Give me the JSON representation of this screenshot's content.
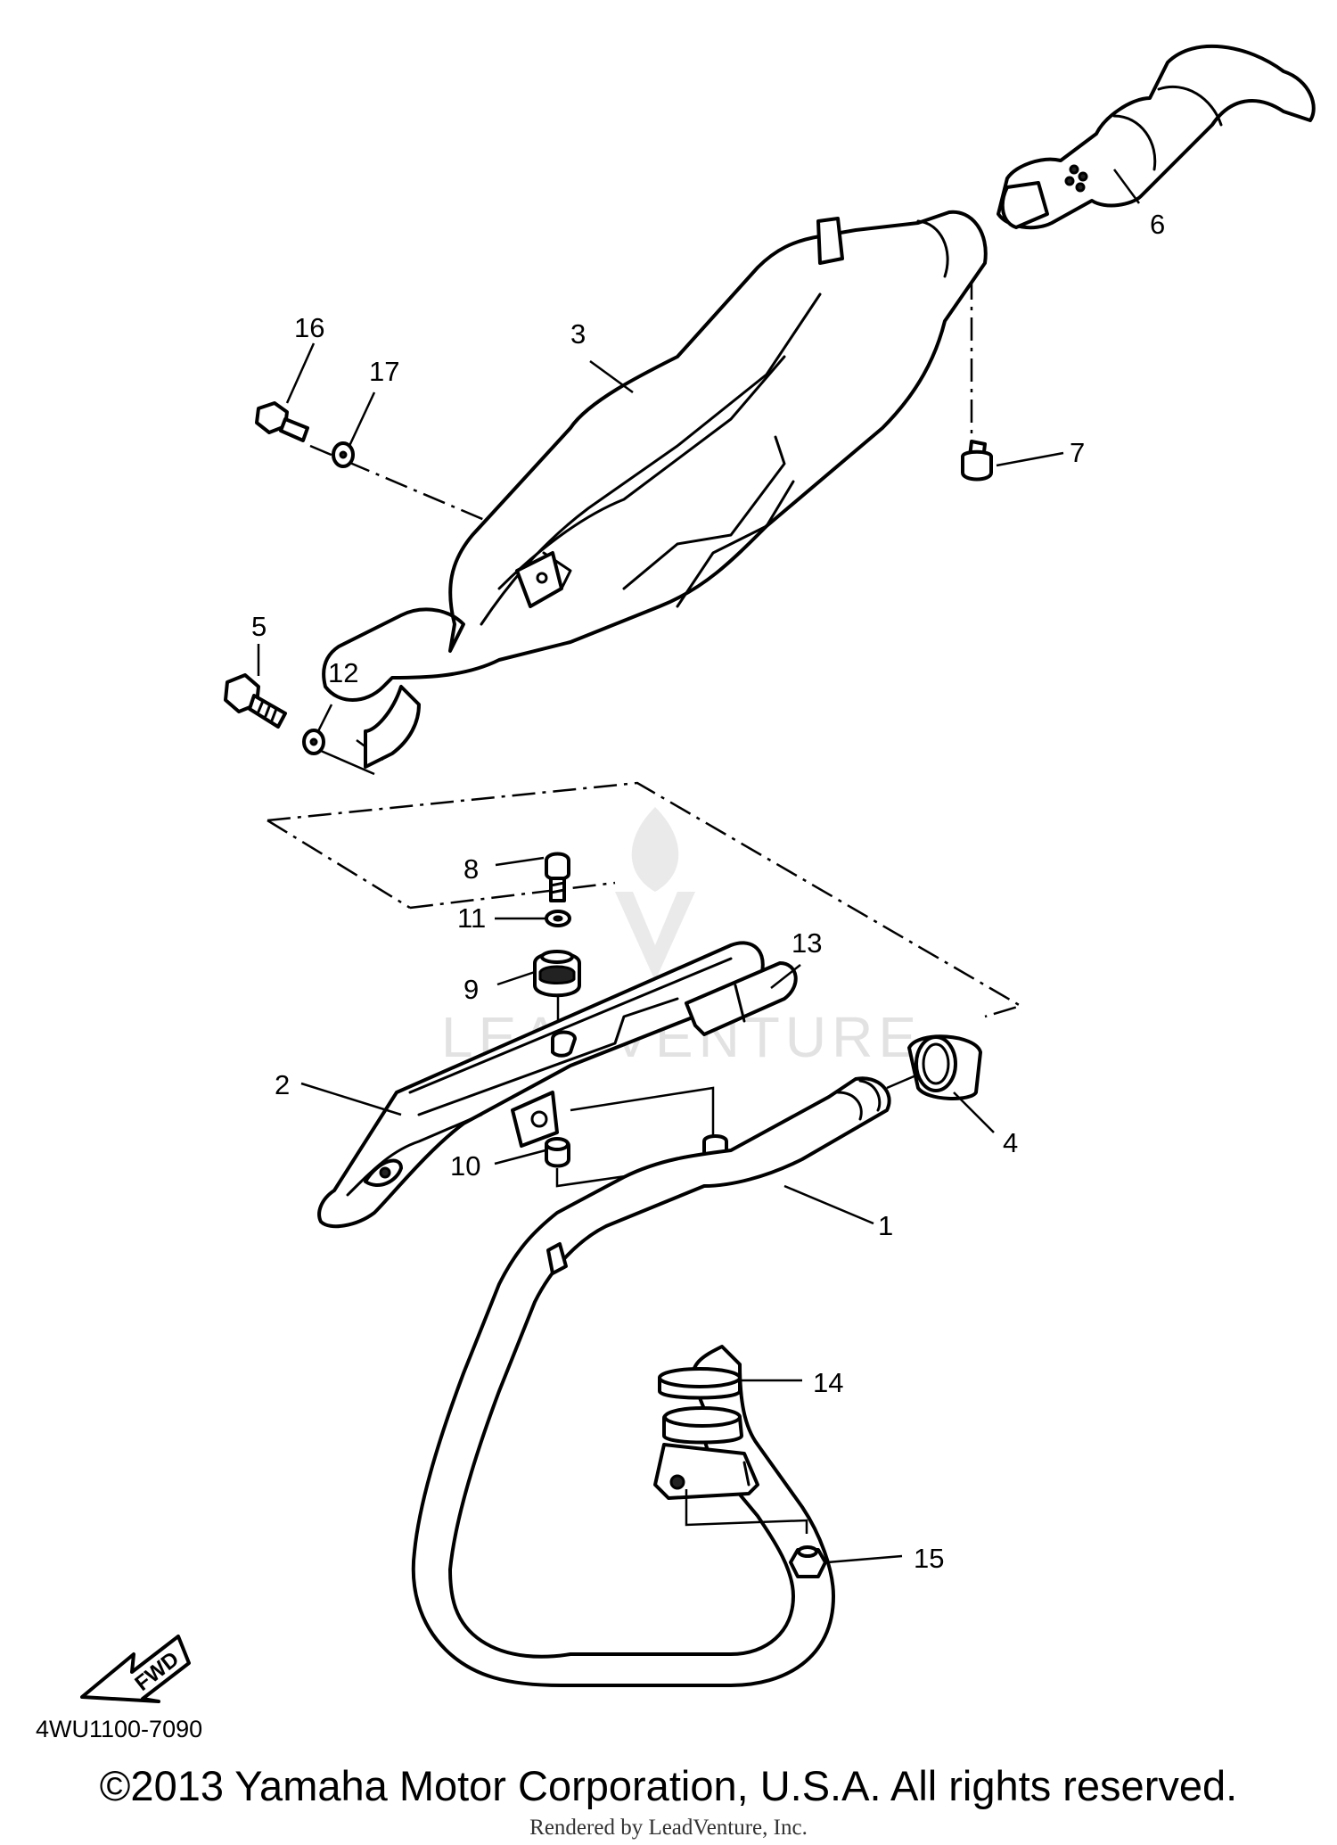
{
  "diagram": {
    "callouts": [
      "1",
      "2",
      "3",
      "4",
      "5",
      "6",
      "7",
      "8",
      "9",
      "10",
      "11",
      "12",
      "13",
      "14",
      "15",
      "16",
      "17"
    ],
    "part_code": "4WU1100-7090",
    "fwd_label": "FWD"
  },
  "watermark": {
    "text": "LEADVENTURE"
  },
  "footer": {
    "copyright": "©2013 Yamaha Motor Corporation, U.S.A. All rights reserved.",
    "rendered_by": "Rendered by LeadVenture, Inc."
  }
}
